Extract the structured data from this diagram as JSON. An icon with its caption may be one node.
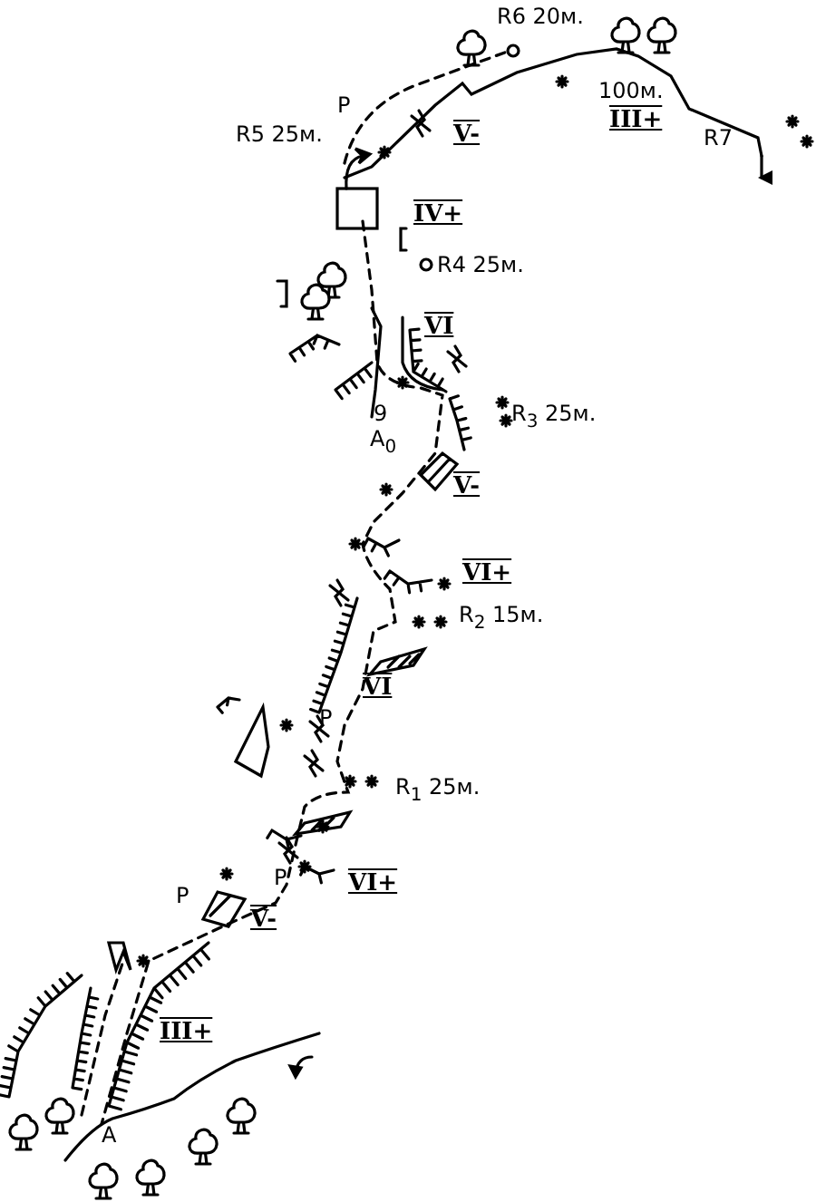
{
  "diagram": {
    "labels": [
      "R6 20м.",
      "P",
      "100м.",
      "III+",
      "V-",
      "R7",
      "R5 25м.",
      "IV+",
      "R4 25м.",
      "VI",
      "R$_{3}$ 25м.",
      "9",
      "A$_{0}$",
      "V-",
      "VI+",
      "R$_{2}$ 15м.",
      "VI",
      "P",
      "R$_{1}$ 25м.",
      "P",
      "VI+",
      "P",
      "V-",
      "III+",
      "A"
    ]
  }
}
